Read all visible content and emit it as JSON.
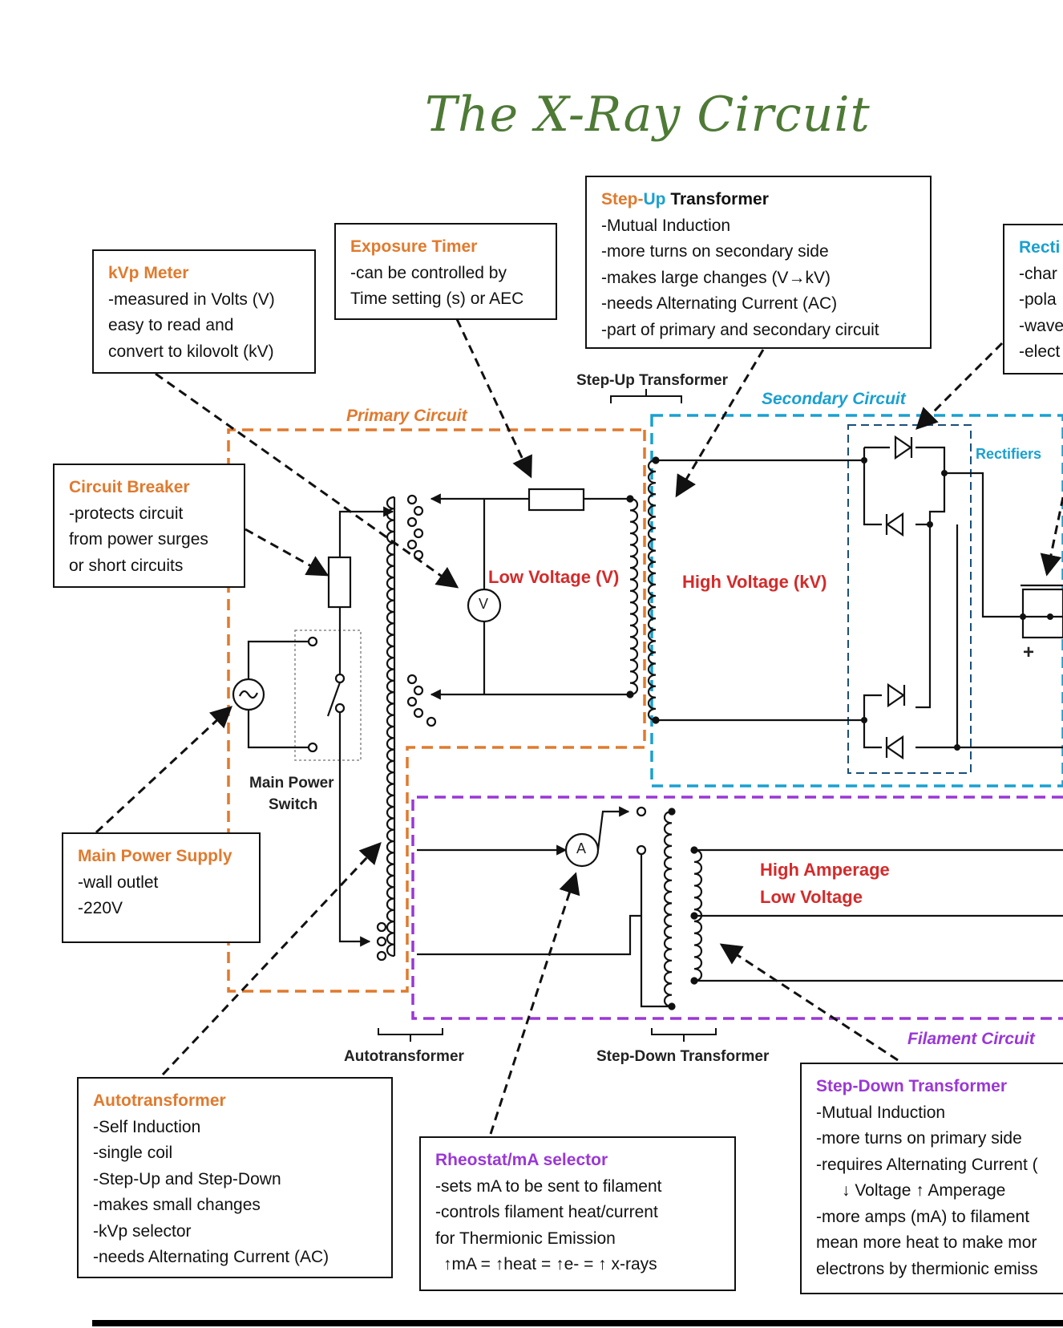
{
  "title": "The X-Ray Circuit",
  "boxes": {
    "kvp_meter": {
      "heading": "kVp Meter",
      "lines": [
        "-measured in Volts (V)",
        "easy to read and",
        "convert to kilovolt (kV)"
      ]
    },
    "exposure_timer": {
      "heading": "Exposure Timer",
      "lines": [
        "-can be controlled by",
        "Time setting (s) or AEC"
      ]
    },
    "step_up": {
      "heading_step": "Step-",
      "heading_up": "Up",
      "heading_rest": " Transformer",
      "lines": [
        "-Mutual Induction",
        "-more turns on secondary side",
        "-makes large changes (V→kV)",
        "-needs Alternating Current (AC)",
        "-part of primary and secondary circuit"
      ]
    },
    "rectifier": {
      "heading": "Recti",
      "lines": [
        "-char",
        "-pola",
        "-wave",
        "-elect"
      ]
    },
    "circuit_breaker": {
      "heading": "Circuit Breaker",
      "lines": [
        "-protects circuit",
        "from power surges",
        "or short circuits"
      ]
    },
    "main_power": {
      "heading": "Main Power Supply",
      "lines": [
        "-wall outlet",
        "-220V"
      ]
    },
    "autotransformer": {
      "heading": "Autotransformer",
      "lines": [
        "-Self Induction",
        "-single coil",
        "-Step-Up and Step-Down",
        "-makes small changes",
        "-kVp selector",
        "-needs Alternating Current (AC)"
      ]
    },
    "rheostat": {
      "heading": "Rheostat/mA selector",
      "lines": [
        "-sets mA to be sent to filament",
        "-controls filament heat/current",
        "for Thermionic Emission",
        "↑mA = ↑heat = ↑e- = ↑ x-rays"
      ]
    },
    "step_down": {
      "heading": "Step-Down Transformer",
      "lines": [
        "-Mutual Induction",
        "-more turns on primary side",
        "-requires Alternating Current (",
        "↓ Voltage ↑ Amperage",
        "-more amps (mA) to filament",
        "mean more heat to make mor",
        "electrons by thermionic emiss"
      ]
    }
  },
  "labels": {
    "step_up_transformer": "Step-Up Transformer",
    "primary_circuit": "Primary Circuit",
    "secondary_circuit": "Secondary Circuit",
    "rectifiers": "Rectifiers",
    "low_voltage": "Low Voltage (V)",
    "high_voltage": "High Voltage (kV)",
    "main_power_switch_1": "Main Power",
    "main_power_switch_2": "Switch",
    "high_amperage": "High Amperage",
    "low_voltage_2": "Low Voltage",
    "autotransformer": "Autotransformer",
    "step_down_transformer": "Step-Down Transformer",
    "filament_circuit": "Filament Circuit",
    "voltmeter_symbol": "V",
    "ammeter_symbol": "A",
    "plus_sign": "+",
    "stray_v": "v"
  },
  "colors": {
    "title": "#4e7a36",
    "primary": "#e07a2e",
    "secondary": "#1aa0d0",
    "filament": "#9a37d6",
    "highlight": "#d42a2a",
    "line": "#111111"
  }
}
